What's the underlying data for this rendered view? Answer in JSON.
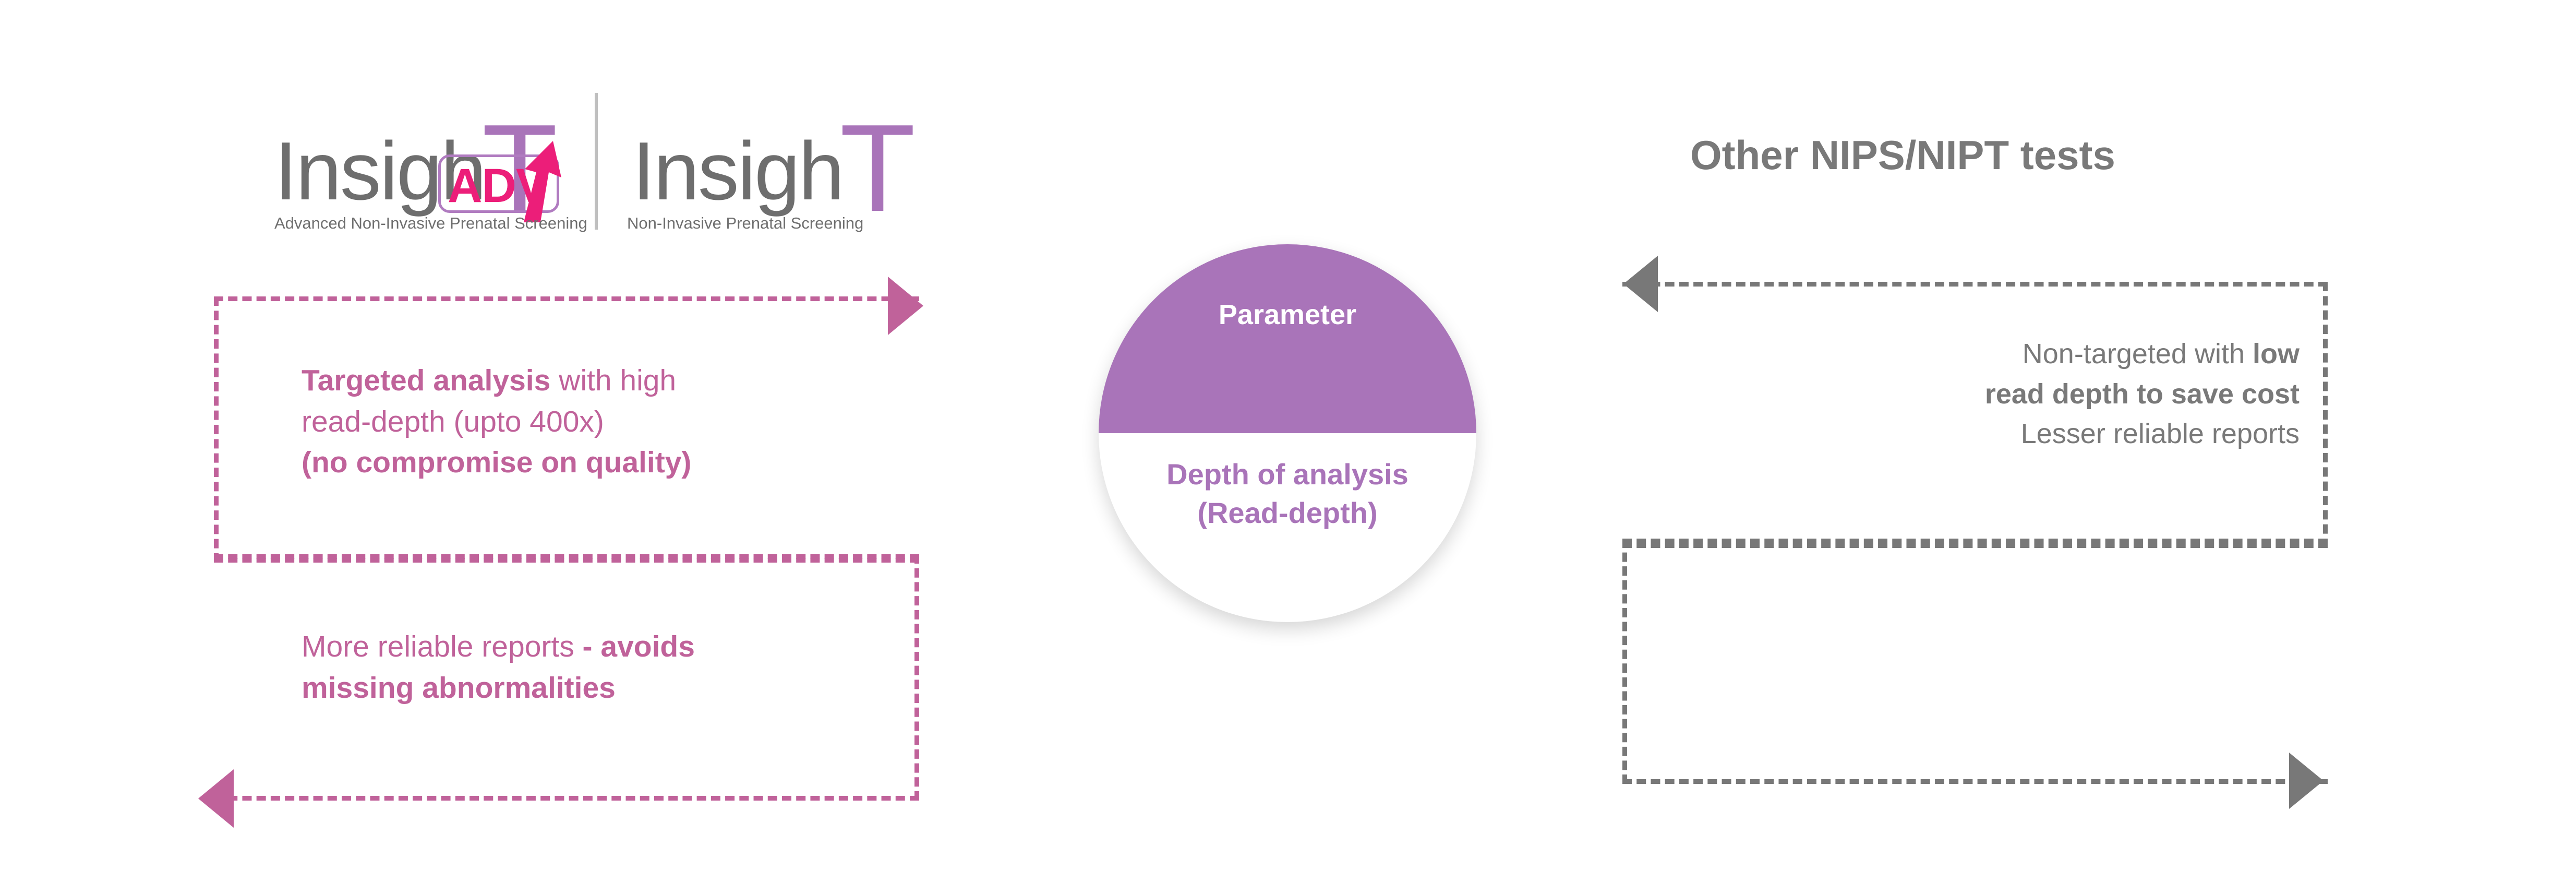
{
  "colors": {
    "pink": "#c0629a",
    "magenta": "#ec1e79",
    "purple": "#a974b9",
    "gray": "#797979",
    "gray_dark": "#6e6e6e",
    "divider": "#bfbfbf",
    "white": "#ffffff"
  },
  "logos": {
    "adv": {
      "word_primary": "Insigh",
      "word_accent": "T",
      "badge_label": "ADV",
      "tagline": "Advanced Non-Invasive Prenatal Screening"
    },
    "standard": {
      "word_primary": "Insigh",
      "word_accent": "T",
      "tagline": "Non-Invasive Prenatal Screening"
    }
  },
  "right_heading": "Other NIPS/NIPT tests",
  "center_circle": {
    "top_label": "Parameter",
    "body_line_1": "Depth of analysis",
    "body_line_2": "(Read-depth)"
  },
  "left_column": {
    "top_block": {
      "line_1_bold": "Targeted analysis",
      "line_1_rest": " with high",
      "line_2": "read-depth (upto 400x)",
      "line_3_bold": "(no compromise on quality)"
    },
    "bottom_block": {
      "line_1_normal": "More reliable reports",
      "line_1_bold": " - avoids",
      "line_2_bold": "missing abnormalities"
    }
  },
  "right_column": {
    "top_block": {
      "line_1_normal": "Non-targeted with ",
      "line_1_bold": "low",
      "line_2_bold": "read depth to save cost",
      "line_3_normal": "Lesser reliable reports"
    }
  },
  "icons": {
    "arrow_right_pink": "arrow-right-icon",
    "arrow_left_pink": "arrow-left-icon",
    "arrow_left_gray": "arrow-left-icon",
    "arrow_right_gray": "arrow-right-icon",
    "growth_arrow": "trend-up-arrow-icon"
  }
}
